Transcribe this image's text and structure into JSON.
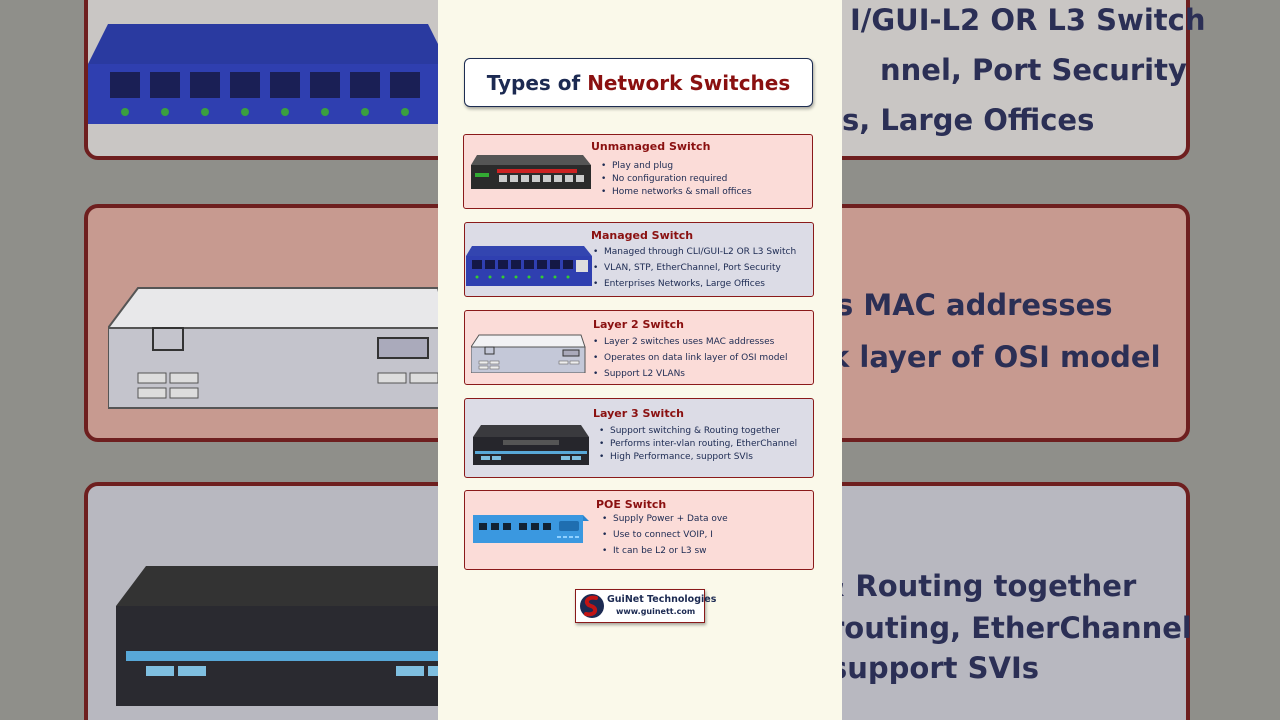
{
  "title": {
    "prefix": "Types of",
    "highlight": "Network Switches"
  },
  "cards": [
    {
      "heading": "Unmanaged Switch",
      "bullets": [
        "Play and plug",
        "No configuration required",
        "Home networks & small offices"
      ],
      "icon": "unmanaged-switch-icon"
    },
    {
      "heading": "Managed Switch",
      "bullets": [
        "Managed through CLI/GUI-L2 OR L3 Switch",
        "VLAN, STP, EtherChannel, Port Security",
        "Enterprises Networks, Large Offices"
      ],
      "icon": "managed-switch-icon"
    },
    {
      "heading": "Layer 2 Switch",
      "bullets": [
        "Layer 2 switches uses MAC addresses",
        "Operates on data link layer of OSI model",
        "Support L2 VLANs"
      ],
      "icon": "layer2-switch-icon"
    },
    {
      "heading": "Layer 3 Switch",
      "bullets": [
        "Support switching & Routing together",
        "Performs inter-vlan routing, EtherChannel",
        "High Performance, support SVIs"
      ],
      "icon": "layer3-switch-icon"
    },
    {
      "heading": "POE Switch",
      "bullets": [
        "Supply Power + Data ove",
        "Use to connect VOIP, I",
        "It can be L2 or L3 sw"
      ],
      "icon": "poe-switch-icon"
    }
  ],
  "logo": {
    "name": "GuiNet Technologies",
    "url": "www.guinett.com",
    "icon": "guinet-logo-icon"
  },
  "background_text": [
    "I/GUI-L2 OR L3 Switch",
    "nnel, Port Security",
    "s, Large Offices",
    "s MAC addresses",
    "k layer of OSI model",
    "& Routing together",
    "routing, EtherChannel",
    "support SVIs"
  ],
  "colors": {
    "panel": "#faf9ea",
    "heading_red": "#8a1010",
    "text_navy": "#1c2a52",
    "card_pink": "#fbdcd8",
    "card_gray": "#dcdce6"
  }
}
